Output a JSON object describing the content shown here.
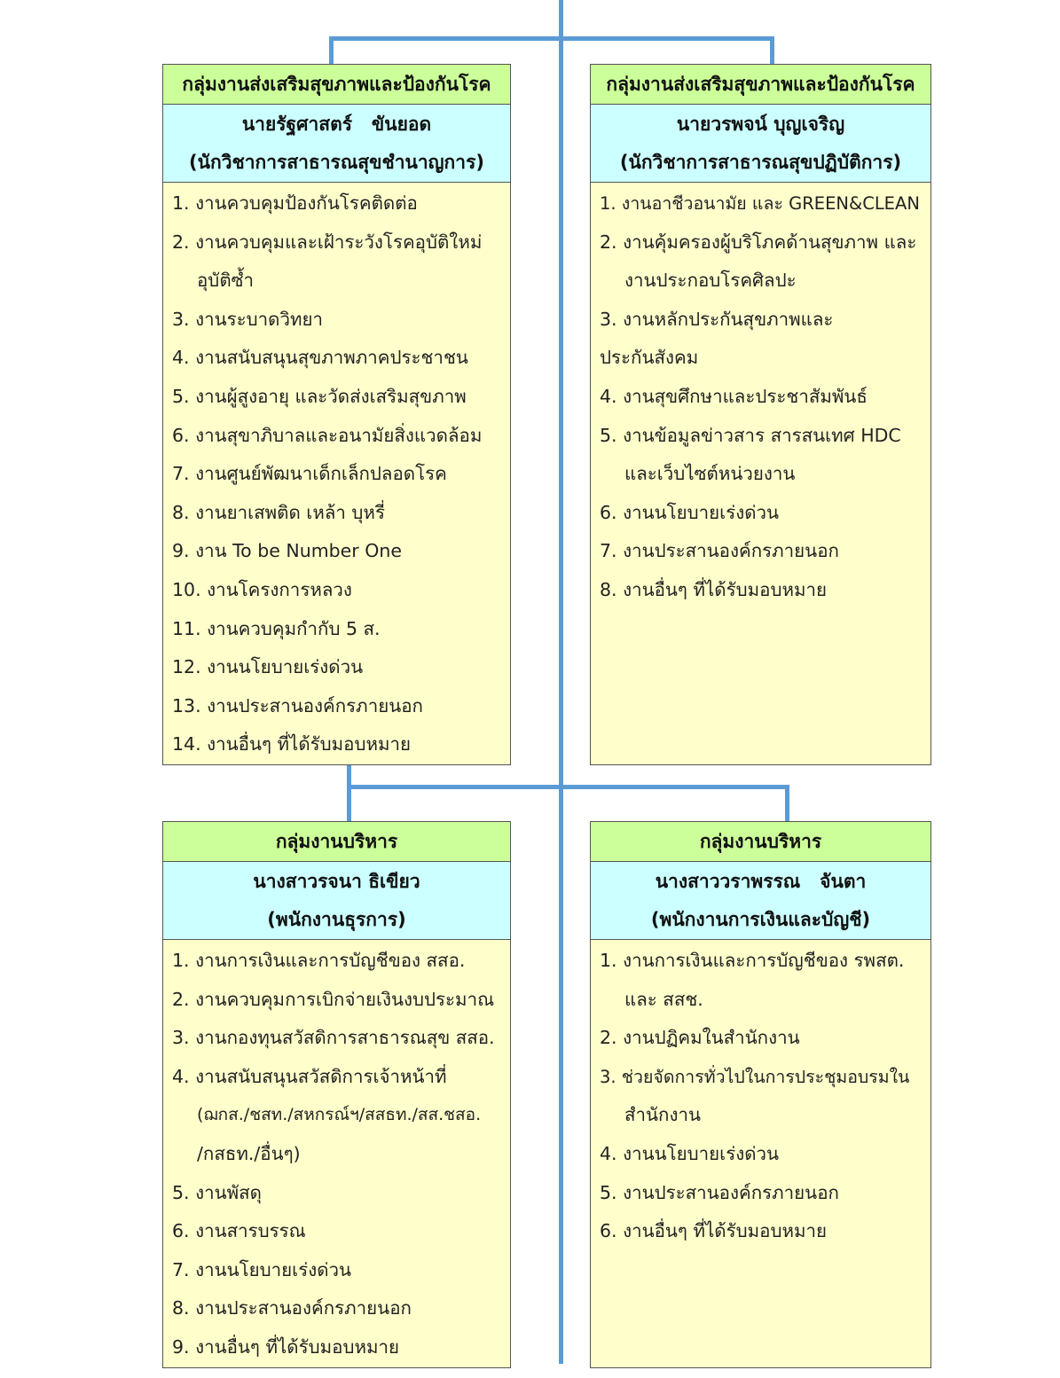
{
  "boxes": [
    {
      "group": "กลุ่มงานส่งเสริมสุขภาพและป้องกันโรค",
      "name": "นายรัฐศาสตร์   ขันยอด",
      "position": "(นักวิชาการสาธารณสุขชำนาญการ)",
      "lines": [
        "1. งานควบคุมป้องกันโรคติดต่อ",
        "2. งานควบคุมและเฝ้าระวังโรคอุบัติใหม่",
        "อุบัติซ้ำ",
        "3. งานระบาดวิทยา",
        "4. งานสนับสนุนสุขภาพภาคประชาชน",
        "5. งานผู้สูงอายุ และวัดส่งเสริมสุขภาพ",
        "6. งานสุขาภิบาลและอนามัยสิ่งแวดล้อม",
        "7. งานศูนย์พัฒนาเด็กเล็กปลอดโรค",
        "8. งานยาเสพติด เหล้า บุหรี่",
        "9. งาน To be Number One",
        "10. งานโครงการหลวง",
        "11. งานควบคุมกำกับ 5 ส.",
        "12. งานนโยบายเร่งด่วน",
        "13. งานประสานองค์กรภายนอก",
        "14. งานอื่นๆ ที่ได้รับมอบหมาย"
      ]
    },
    {
      "group": "กลุ่มงานส่งเสริมสุขภาพและป้องกันโรค",
      "name": "นายวรพจน์ บุญเจริญ",
      "position": "(นักวิชาการสาธารณสุขปฏิบัติการ)",
      "lines": [
        "1. งานอาชีวอนามัย และ GREEN&CLEAN",
        "2. งานคุ้มครองผู้บริโภคด้านสุขภาพ และ",
        "งานประกอบโรคศิลปะ",
        "3. งานหลักประกันสุขภาพและ",
        "ประกันสังคม",
        "4. งานสุขศึกษาและประชาสัมพันธ์",
        "5. งานข้อมูลข่าวสาร สารสนเทศ HDC",
        "และเว็บไซต์หน่วยงาน",
        "6. งานนโยบายเร่งด่วน",
        "7. งานประสานองค์กรภายนอก",
        "8. งานอื่นๆ ที่ได้รับมอบหมาย"
      ]
    },
    {
      "group": "กลุ่มงานบริหาร",
      "name": "นางสาวรจนา ธิเขียว",
      "position": "(พนักงานธุรการ)",
      "lines": [
        "1. งานการเงินและการบัญชีของ สสอ.",
        "2. งานควบคุมการเบิกจ่ายเงินงบประมาณ",
        "3. งานกองทุนสวัสดิการสาธารณสุข สสอ.",
        "4. งานสนับสนุนสวัสดิการเจ้าหน้าที่",
        "(ฌกส./ชสท./สหกรณ์ฯ/สสธท./สส.ชสอ.",
        "/กสธท./อื่นๆ)",
        "5. งานพัสดุ",
        "6. งานสารบรรณ",
        "7. งานนโยบายเร่งด่วน",
        "8. งานประสานองค์กรภายนอก",
        "9. งานอื่นๆ ที่ได้รับมอบหมาย"
      ]
    },
    {
      "group": "กลุ่มงานบริหาร",
      "name": "นางสาววราพรรณ   จันตา",
      "position": "(พนักงานการเงินและบัญชี)",
      "lines": [
        "1. งานการเงินและการบัญชีของ รพสต.",
        "และ สสช.",
        "2. งานปฏิคมในสำนักงาน",
        "3. ช่วยจัดการทั่วไปในการประชุมอบรมใน",
        "สำนักงาน",
        "4. งานนโยบายเร่งด่วน",
        "5. งานประสานองค์กรภายนอก",
        "6. งานอื่นๆ ที่ได้รับมอบหมาย"
      ]
    }
  ]
}
